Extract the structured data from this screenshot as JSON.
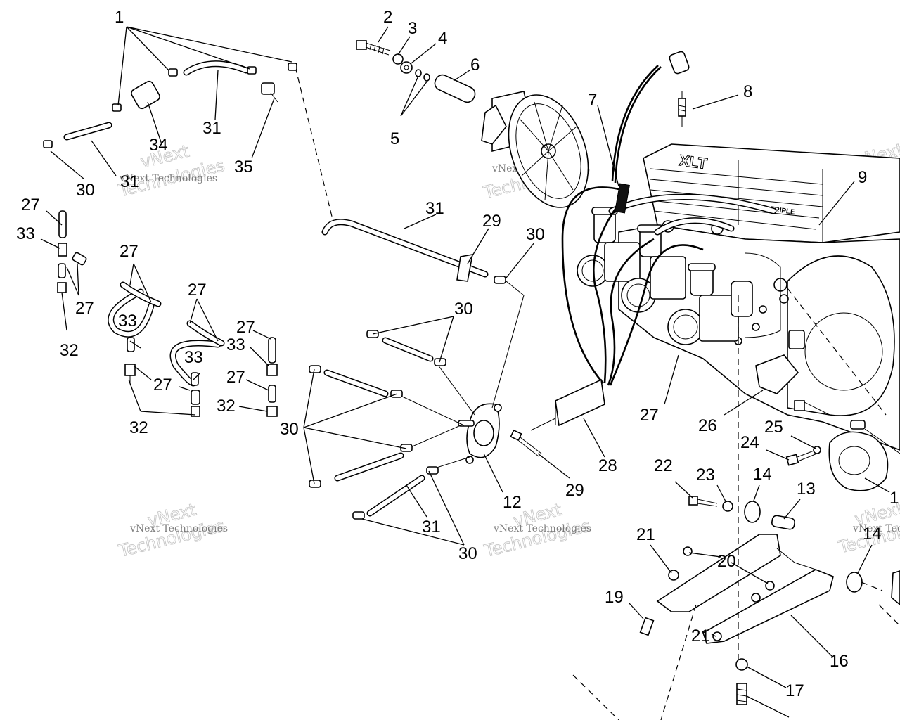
{
  "watermark": {
    "small": "vNext Technologies",
    "big_top": "vNext",
    "big_bottom": "Technologies"
  },
  "engine": {
    "cover_text": "XLT",
    "cover_text2": "TRIPLE"
  },
  "callouts": [
    {
      "id": "c1",
      "text": "1"
    },
    {
      "id": "c2",
      "text": "2"
    },
    {
      "id": "c3",
      "text": "3"
    },
    {
      "id": "c4",
      "text": "4"
    },
    {
      "id": "c5",
      "text": "5"
    },
    {
      "id": "c6",
      "text": "6"
    },
    {
      "id": "c7",
      "text": "7"
    },
    {
      "id": "c8",
      "text": "8"
    },
    {
      "id": "c9",
      "text": "9"
    },
    {
      "id": "c12",
      "text": "12"
    },
    {
      "id": "c13",
      "text": "13"
    },
    {
      "id": "c14a",
      "text": "14"
    },
    {
      "id": "c14b",
      "text": "14"
    },
    {
      "id": "c15",
      "text": "1"
    },
    {
      "id": "c16",
      "text": "16"
    },
    {
      "id": "c17",
      "text": "17"
    },
    {
      "id": "c19",
      "text": "19"
    },
    {
      "id": "c20",
      "text": "20"
    },
    {
      "id": "c21a",
      "text": "21"
    },
    {
      "id": "c21b",
      "text": "21"
    },
    {
      "id": "c22",
      "text": "22"
    },
    {
      "id": "c23",
      "text": "23"
    },
    {
      "id": "c24",
      "text": "24"
    },
    {
      "id": "c25",
      "text": "25"
    },
    {
      "id": "c26",
      "text": "26"
    },
    {
      "id": "c27a",
      "text": "27"
    },
    {
      "id": "c27b",
      "text": "27"
    },
    {
      "id": "c27c",
      "text": "27"
    },
    {
      "id": "c27d",
      "text": "27"
    },
    {
      "id": "c27e",
      "text": "27"
    },
    {
      "id": "c27f",
      "text": "27"
    },
    {
      "id": "c27g",
      "text": "27"
    },
    {
      "id": "c27h",
      "text": "27"
    },
    {
      "id": "c28",
      "text": "28"
    },
    {
      "id": "c29a",
      "text": "29"
    },
    {
      "id": "c29b",
      "text": "29"
    },
    {
      "id": "c30a",
      "text": "30"
    },
    {
      "id": "c30b",
      "text": "30"
    },
    {
      "id": "c30c",
      "text": "30"
    },
    {
      "id": "c30d",
      "text": "30"
    },
    {
      "id": "c30e",
      "text": "30"
    },
    {
      "id": "c31a",
      "text": "31"
    },
    {
      "id": "c31b",
      "text": "31"
    },
    {
      "id": "c31c",
      "text": "31"
    },
    {
      "id": "c31d",
      "text": "31"
    },
    {
      "id": "c32a",
      "text": "32"
    },
    {
      "id": "c32b",
      "text": "32"
    },
    {
      "id": "c32c",
      "text": "32"
    },
    {
      "id": "c33a",
      "text": "33"
    },
    {
      "id": "c33b",
      "text": "33"
    },
    {
      "id": "c33c",
      "text": "33"
    },
    {
      "id": "c33d",
      "text": "33"
    },
    {
      "id": "c34",
      "text": "34"
    },
    {
      "id": "c35",
      "text": "35"
    }
  ]
}
